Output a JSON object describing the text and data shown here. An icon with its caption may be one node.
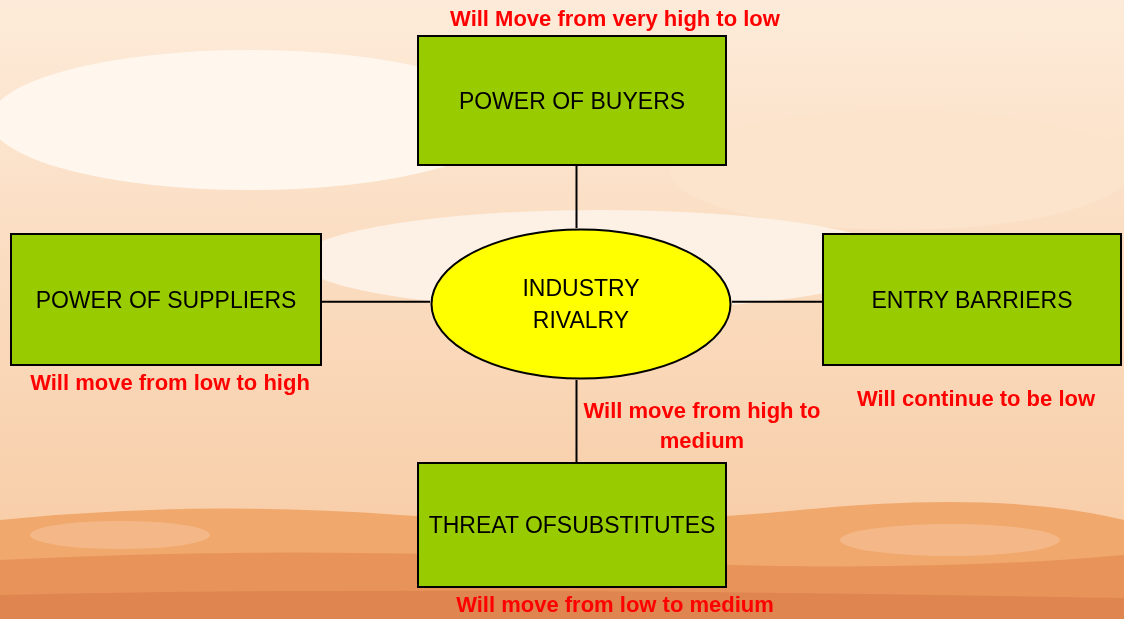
{
  "diagram": {
    "nodes": [
      {
        "text": [
          "POWER OF BUYERS"
        ],
        "beside": [
          "Will Move from very high to low"
        ]
      },
      {
        "text": [
          "POWER OF SUPPLIERS"
        ],
        "beside": [
          "Will move from low to high"
        ]
      },
      {
        "text": [
          "INDUSTRY RIVALRY"
        ],
        "beside": [
          "Will move from high to medium"
        ]
      },
      {
        "text": [
          "ENTRY BARRIERS"
        ],
        "beside": [
          "Will continue to be low"
        ]
      },
      {
        "text": [
          "THREAT OFSUBSTITUTES"
        ],
        "beside": [
          "Will move from low to medium"
        ]
      }
    ],
    "edges": [
      {
        "from": 0,
        "to": 2,
        "arrow": "none"
      },
      {
        "from": 1,
        "to": 2,
        "arrow": "none"
      },
      {
        "from": 2,
        "to": 3,
        "arrow": "none"
      },
      {
        "from": 2,
        "to": 4,
        "arrow": "none"
      }
    ]
  }
}
